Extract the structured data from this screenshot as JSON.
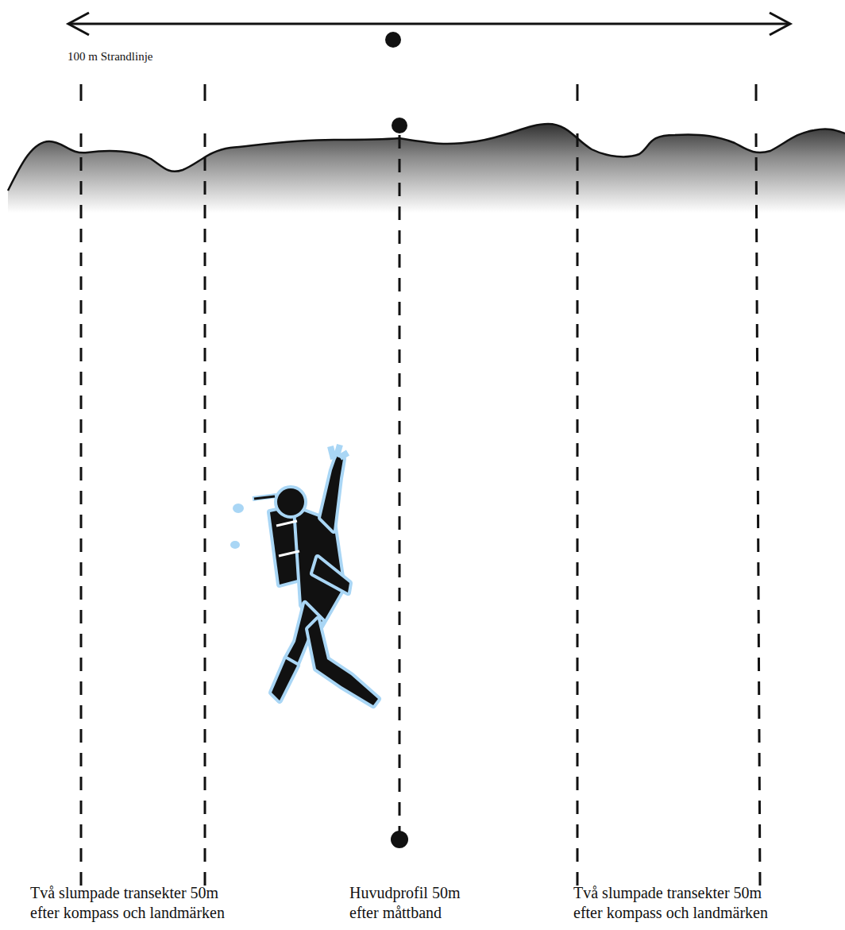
{
  "diagram": {
    "labels": [
      "100 m Strandlinje",
      "Två slumpade transekter 50m efter kompass och landmärken",
      "Huvudprofil 50m efter måttband",
      "Två slumpade transekter 50m efter kompass och landmärken"
    ]
  }
}
